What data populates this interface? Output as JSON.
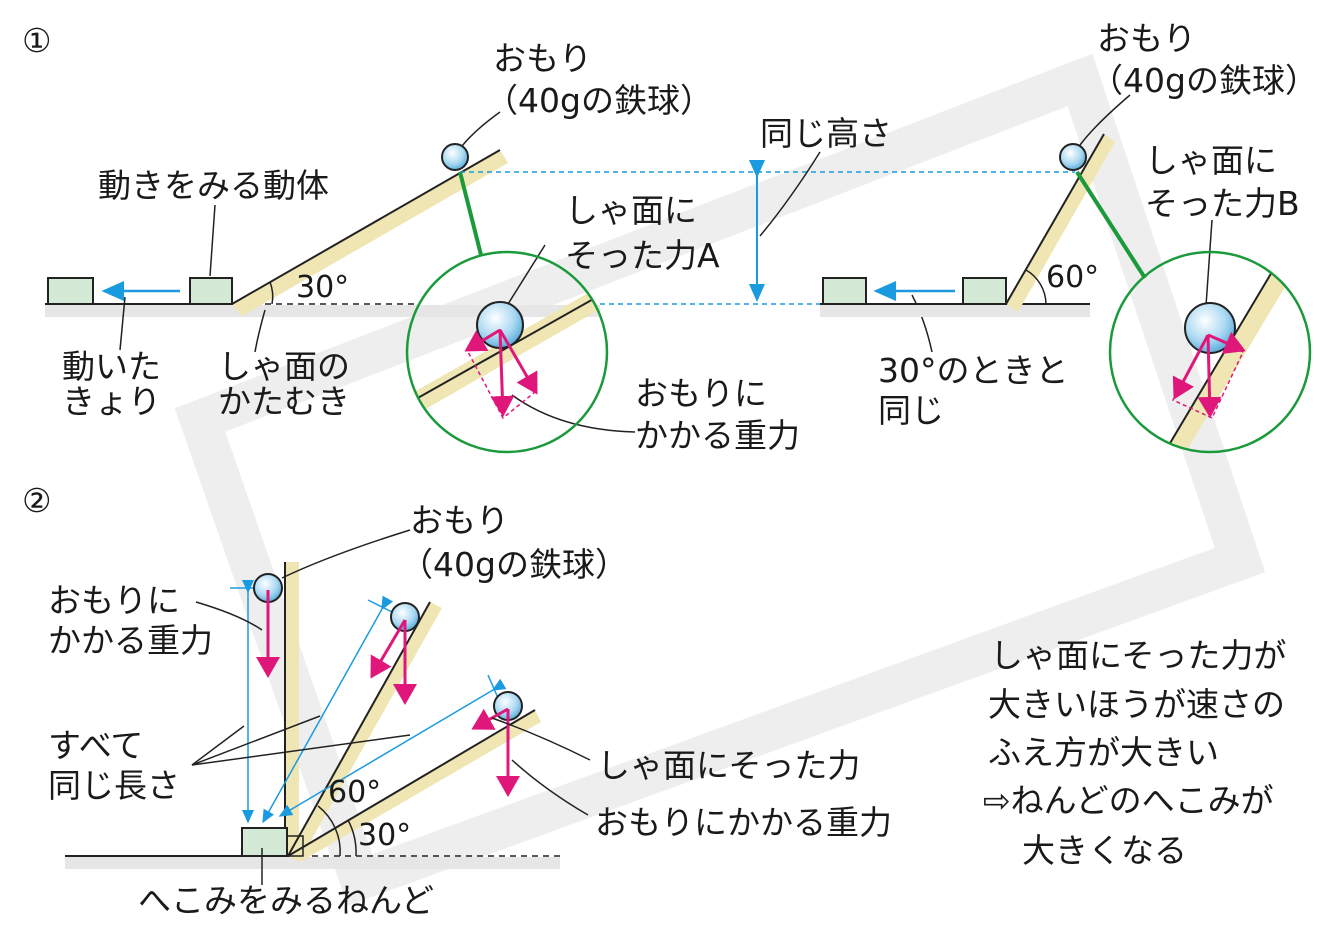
{
  "colors": {
    "accent_blue": "#1a9be0",
    "magenta": "#e0177a",
    "green": "#1a9a3a",
    "slope": "#efe6b4",
    "block": "#d4ead6"
  },
  "section1": {
    "label": "①",
    "weight_l1": "おもり",
    "weight_l2": "（40gの鉄球）",
    "same_height": "同じ高さ",
    "moving_body": "動きをみる動体",
    "angle30": "30°",
    "forceA_l1": "しゃ面に",
    "forceA_l2": "そった力A",
    "distance_l1": "動いた",
    "distance_l2": "きょり",
    "incline_l1": "しゃ面の",
    "incline_l2": "かたむき",
    "gravity_l1": "おもりに",
    "gravity_l2": "かかる重力",
    "weight_r_l1": "おもり",
    "weight_r_l2": "（40gの鉄球）",
    "forceB_l1": "しゃ面に",
    "forceB_l2": "そった力B",
    "angle60": "60°",
    "same_l1": "30°のときと",
    "same_l2": "同じ"
  },
  "section2": {
    "label": "②",
    "weight_l1": "おもり",
    "weight_l2": "（40gの鉄球）",
    "gravity_l1": "おもりに",
    "gravity_l2": "かかる重力",
    "same_len_l1": "すべて",
    "same_len_l2": "同じ長さ",
    "angle60": "60°",
    "angle30": "30°",
    "along_force": "しゃ面にそった力",
    "gravity_force": "おもりにかかる重力",
    "clay": "へこみをみるねんど",
    "conclusion": [
      "しゃ面にそった力が",
      "大きいほうが速さの",
      "ふえ方が大きい",
      "⇨ねんどのへこみが",
      "大きくなる"
    ]
  }
}
